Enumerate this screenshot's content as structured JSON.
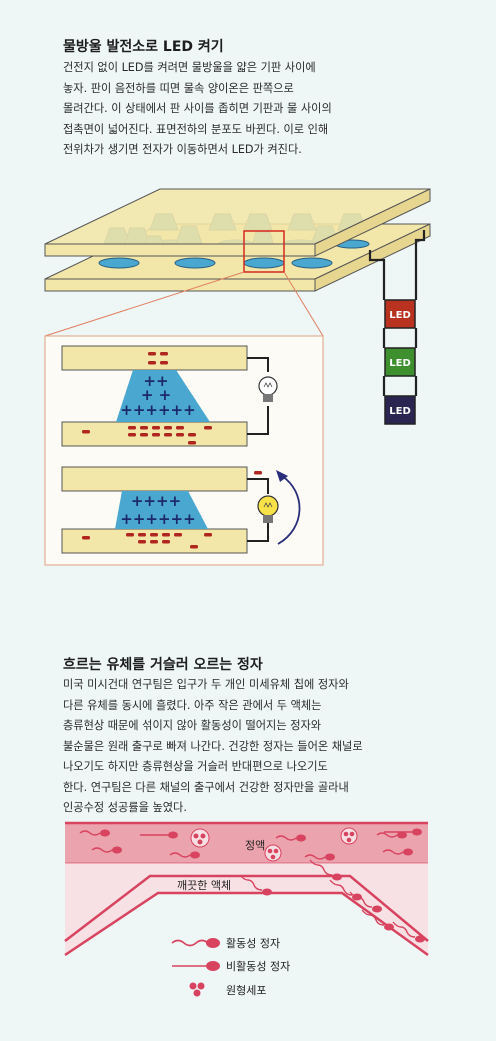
{
  "section1": {
    "title": "물방울 발전소로 LED 켜기",
    "lines": [
      "건전지 없이 LED를 켜려면 물방울을 얇은 기판 사이에",
      "놓자. 판이 음전하를 띠면 물속 양이온은 판쪽으로",
      "몰려간다. 이 상태에서 판 사이를 좁히면 기판과 물 사이의",
      "접촉면이 넓어진다. 표면전하의 분포도 바뀐다. 이로 인해",
      "전위차가 생기면 전자가 이동하면서 LED가 켜진다."
    ],
    "leds": [
      {
        "label": "LED",
        "color": "#b8321f"
      },
      {
        "label": "LED",
        "color": "#3e8f2e"
      },
      {
        "label": "LED",
        "color": "#2a2450"
      }
    ],
    "detail_symbols": {
      "top_plus": [
        "++",
        "+ +",
        "++++++"
      ],
      "bottom_plus": [
        "++++",
        "++++++"
      ]
    }
  },
  "section2": {
    "title": "흐르는 유체를 거슬러 오르는 정자",
    "lines": [
      "미국 미시건대 연구팀은 입구가 두 개인 미세유체 칩에 정자와",
      "다른 유체를 동시에 흘렸다. 아주 작은 관에서 두 액체는",
      "층류현상 때문에 섞이지 않아 활동성이 떨어지는 정자와",
      "불순물은 원래 출구로 빠져 나간다. 건강한 정자는 들어온 채널로",
      "나오기도 하지만 층류현상을 거슬러 반대편으로 나오기도",
      "한다. 연구팀은 다른 채널의 출구에서 건강한 정자만을 골라내",
      "인공수정 성공률을 높였다."
    ],
    "channel_labels": {
      "semen": "정액",
      "clean": "깨끗한 액체"
    },
    "legend": [
      {
        "icon": "motile-sperm-icon",
        "label": "활동성 정자"
      },
      {
        "icon": "nonmotile-sperm-icon",
        "label": "비활동성 정자"
      },
      {
        "icon": "round-cell-icon",
        "label": "원형세포"
      }
    ]
  },
  "colors": {
    "background": "#eef6f6",
    "plate": "#f3e6a9",
    "droplet": "#4aa7cf",
    "charge": "#b0261f",
    "highlight": "#d6281e",
    "channel": "#e9a3ad",
    "channel_clean": "#f7e1e5",
    "sperm": "#d8435f"
  }
}
